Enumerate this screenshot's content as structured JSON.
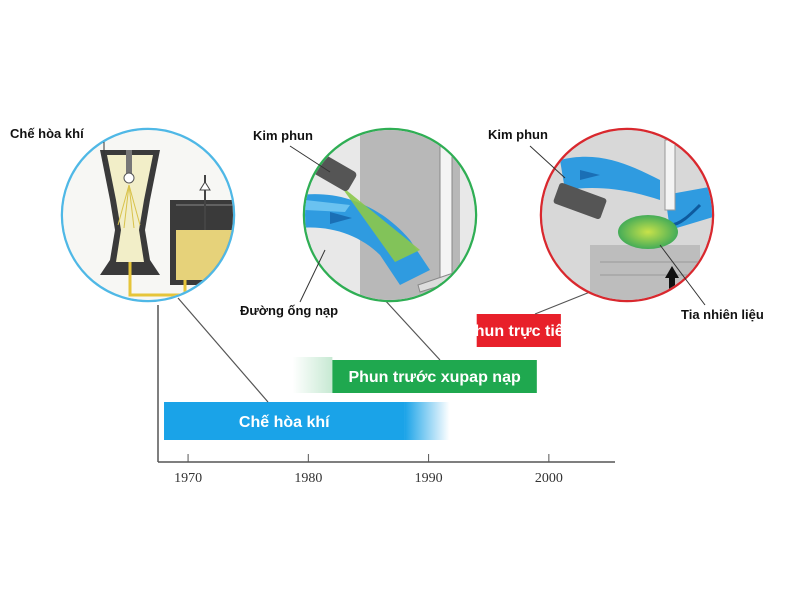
{
  "timeline": {
    "ticks": [
      "1970",
      "1980",
      "1990",
      "2000"
    ],
    "start_year": 1967.5,
    "end_year": 2005.5
  },
  "eras": [
    {
      "label": "Chế hòa khí",
      "start": 1968,
      "end": 1988,
      "color": "#1aa3e8"
    },
    {
      "label": "Phun trước xupap nạp",
      "start": 1982,
      "end": 1999,
      "color": "#1fa84f"
    },
    {
      "label": "Phun trực tiếp",
      "start": 1994,
      "end": 2001,
      "color": "#e8202a"
    }
  ],
  "diagrams": {
    "carburetor": {
      "label": "Chế hòa khí",
      "ring_color": "#4fb8e6"
    },
    "port_injection": {
      "injector_label": "Kim phun",
      "intake_label": "Đường ống nạp",
      "ring_color": "#2fae54"
    },
    "direct_injection": {
      "injector_label": "Kim phun",
      "spray_label": "Tia nhiên liệu",
      "ring_color": "#d9282e"
    }
  }
}
